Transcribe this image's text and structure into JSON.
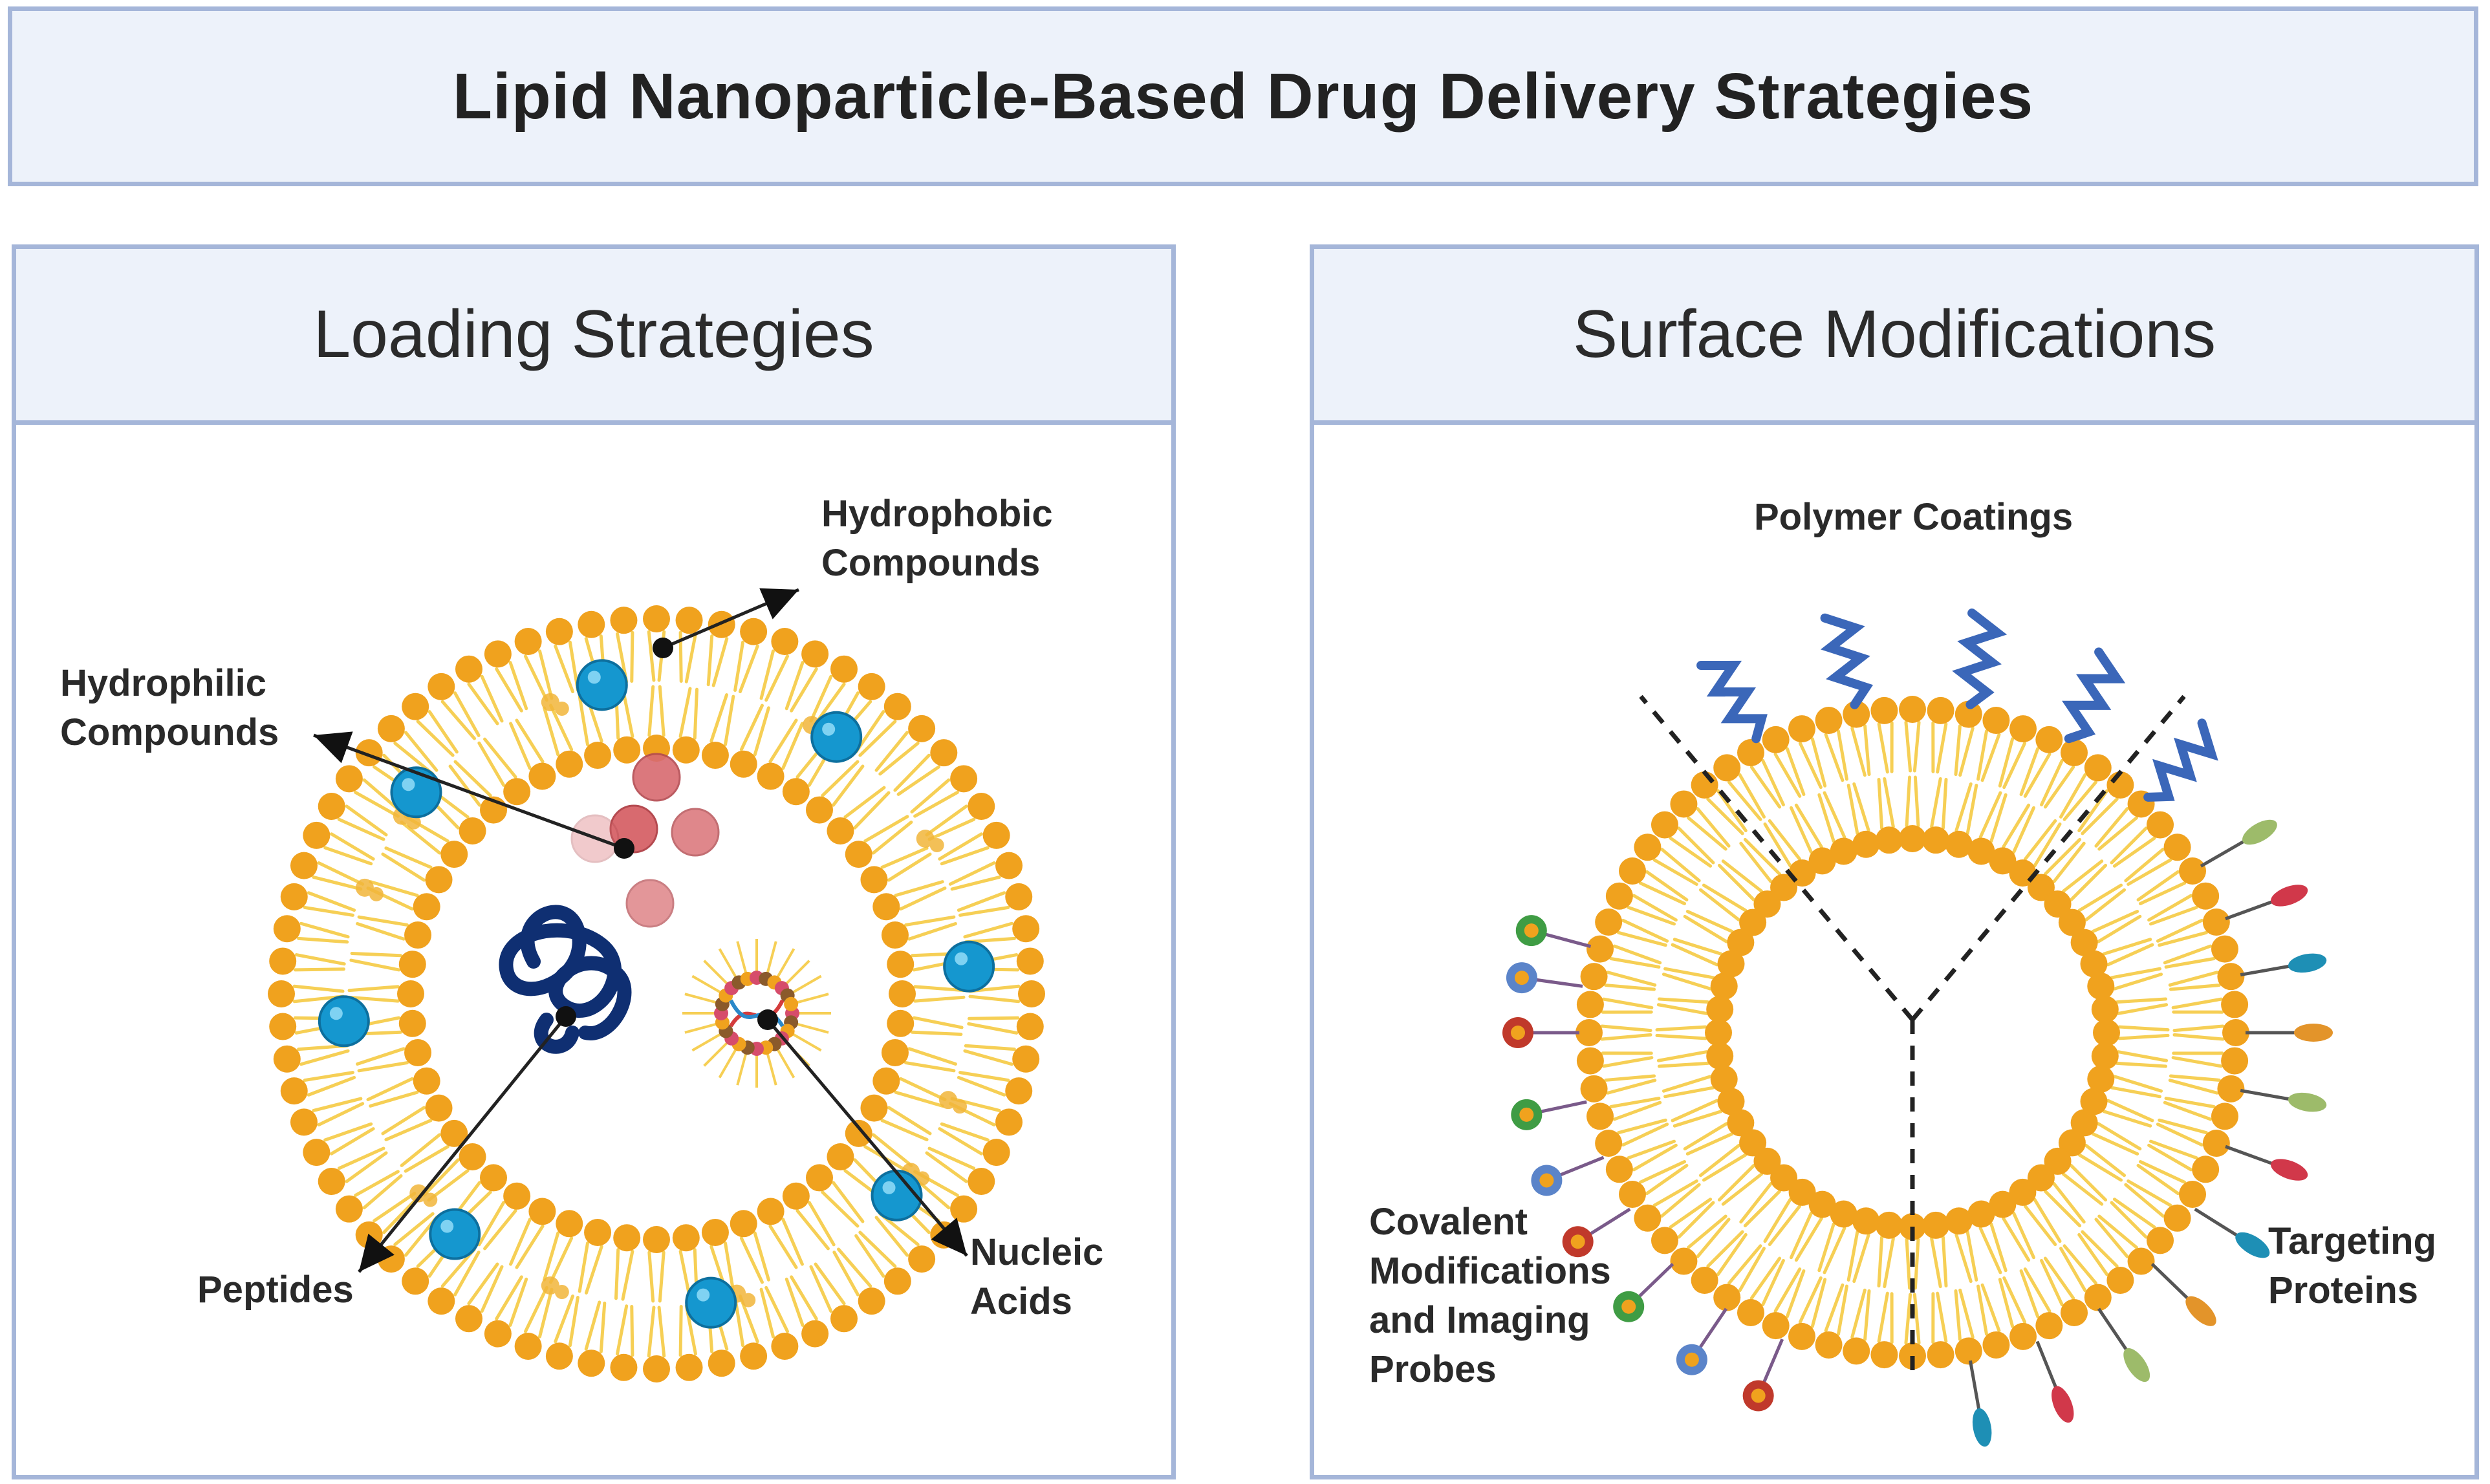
{
  "title": "Lipid Nanoparticle-Based Drug Delivery Strategies",
  "panels": {
    "loading": {
      "title": "Loading Strategies",
      "labels": {
        "hydrophobic": [
          "Hydrophobic",
          "Compounds"
        ],
        "hydrophilic": [
          "Hydrophilic",
          "Compounds"
        ],
        "peptides": [
          "Peptides"
        ],
        "nucleic": [
          "Nucleic",
          "Acids"
        ]
      }
    },
    "surface": {
      "title": "Surface Modifications",
      "labels": {
        "polymer": [
          "Polymer Coatings"
        ],
        "covalent": [
          "Covalent",
          "Modifications",
          "and Imaging",
          "Probes"
        ],
        "targeting": [
          "Targeting",
          "Proteins"
        ]
      }
    }
  },
  "colors": {
    "panel_border": "#a5b6d9",
    "panel_header_bg": "#edf2fa",
    "lipid_head": "#f0a21e",
    "lipid_tail": "#f6cf55",
    "hydrophobic_sphere": "#1597cf",
    "hydrophilic_sphere": "#d86a6f",
    "peptide": "#0f2f72",
    "polymer": "#3b67b9"
  }
}
